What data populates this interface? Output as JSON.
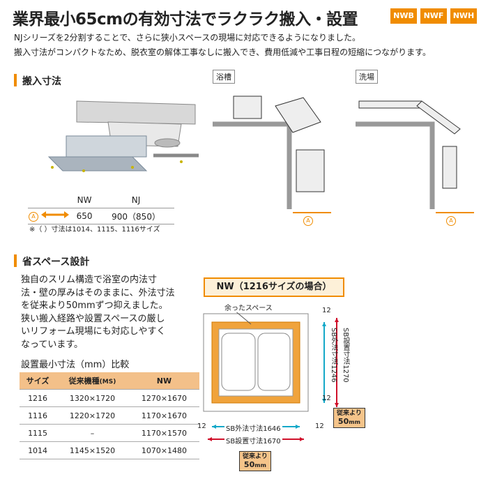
{
  "header": {
    "title": "業界最小65cmの有効寸法でラクラク搬入・設置",
    "tags": [
      "NWB",
      "NWF",
      "NWH"
    ],
    "intro_lines": [
      "NJシリーズを2分割することで、さらに狭小スペースの現場に対応できるようになりました。",
      "搬入寸法がコンパクトなため、脱衣室の解体工事なしに搬入でき、費用低減や工事日程の短縮につながります。"
    ]
  },
  "carry_in": {
    "heading": "搬入寸法",
    "table": {
      "columns": [
        "NW",
        "NJ"
      ],
      "marker": "A",
      "values": [
        "650",
        "900（850）"
      ]
    },
    "note": "※（ ）寸法は1014、1115、1116サイズ",
    "panels": [
      {
        "label": "浴槽",
        "marker": "A"
      },
      {
        "label": "洗場",
        "marker": "A"
      }
    ]
  },
  "space_saving": {
    "heading": "省スペース設計",
    "body_lines": [
      "独自のスリム構造で浴室の内法寸",
      "法・壁の厚みはそのままに、外法寸法",
      "を従来より50mmずつ抑えました。",
      "狭い搬入経路や設置スペースの厳し",
      "いリフォーム現場にも対応しやすく",
      "なっています。"
    ],
    "table_title": "設置最小寸法（mm）比較",
    "table": {
      "headers": [
        "サイズ",
        "従来機種",
        "(MS)",
        "NW"
      ],
      "rows": [
        [
          "1216",
          "1320×1720",
          "1270×1670"
        ],
        [
          "1116",
          "1220×1720",
          "1170×1670"
        ],
        [
          "1115",
          "–",
          "1170×1570"
        ],
        [
          "1014",
          "1145×1520",
          "1070×1480"
        ]
      ]
    },
    "diagram": {
      "title": "NW（1216サイズの場合）",
      "spare_space": "余ったスペース",
      "sb_outer_w": "SB外法寸法1646",
      "sb_install_w": "SB設置寸法1670",
      "sb_outer_h": "SB外法寸法1246",
      "sb_install_h": "SB設置寸法1270",
      "gap": "12",
      "badge_line1": "従来より",
      "badge_line2": "50",
      "badge_unit": "mm"
    }
  },
  "colors": {
    "accent": "#f08c00",
    "table_header": "#f3c089",
    "dim_red": "#d0102a",
    "dim_cyan": "#14a8c8"
  }
}
